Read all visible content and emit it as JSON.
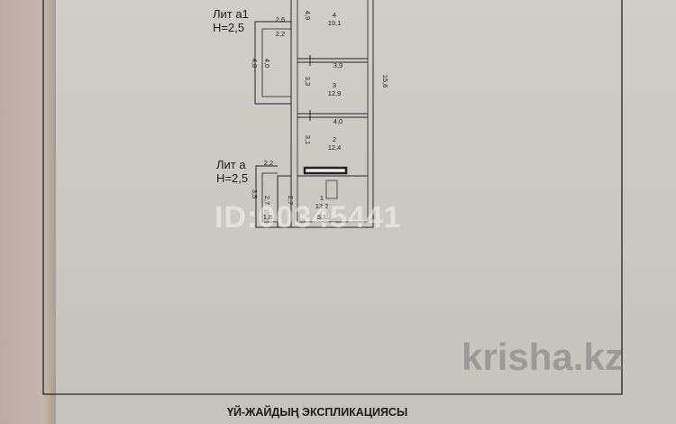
{
  "plan": {
    "lit_a1": {
      "name": "Лит а1",
      "height": "H=2,5",
      "dims": [
        "2,6",
        "2,2",
        "4,8",
        "4,0"
      ]
    },
    "lit_a": {
      "name": "Лит а",
      "height": "H=2,5",
      "dims": [
        "2,2",
        "3,5",
        "2,7",
        "2,7",
        "1,8"
      ]
    },
    "rooms": [
      {
        "number": "4",
        "area": "19,1"
      },
      {
        "number": "3",
        "area": "12,9"
      },
      {
        "number": "2",
        "area": "12,4"
      },
      {
        "number": "1",
        "area": "13,2"
      }
    ],
    "dims": {
      "room4_wall": "4,9",
      "room3_width": "3,9",
      "room3_wall": "3,3",
      "room2_width": "4,0",
      "room2_wall": "3,1",
      "room1_width": "5,1",
      "total_length": "15,6"
    }
  },
  "watermarks": {
    "id": "ID:00345441",
    "brand": "krisha.kz"
  },
  "footer": {
    "title": "ҮЙ-ЖАЙДЫҢ ЭКСПЛИКАЦИЯСЫ"
  },
  "colors": {
    "paper": "#c9c7c2",
    "line": "#1b1b1b"
  }
}
